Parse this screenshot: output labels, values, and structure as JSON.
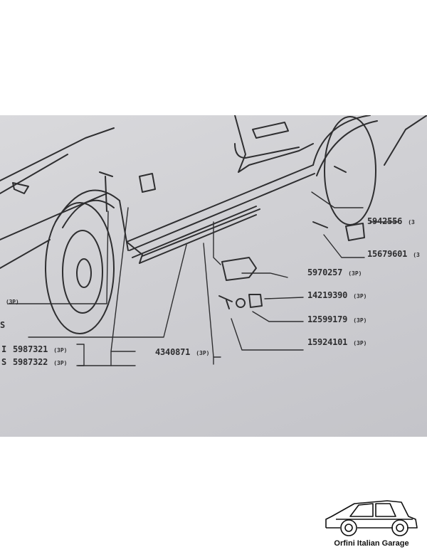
{
  "parts": [
    {
      "id": "p1",
      "number": "5942556",
      "tag": "(3"
    },
    {
      "id": "p2",
      "number": "15679601",
      "tag": "(3"
    },
    {
      "id": "p3",
      "number": "5970257",
      "tag": "(3P)"
    },
    {
      "id": "p4",
      "number": "14219390",
      "tag": "(3P)"
    },
    {
      "id": "p5",
      "number": "12599179",
      "tag": "(3P)"
    },
    {
      "id": "p6",
      "number": "15924101",
      "tag": "(3P)"
    },
    {
      "id": "p7",
      "number": "4340871",
      "tag": "(3P)"
    },
    {
      "id": "p8",
      "number": "5987321",
      "tag": "(3P)"
    },
    {
      "id": "p9",
      "number": "5987322",
      "tag": "(3P)"
    }
  ],
  "left_edge_labels": {
    "left_tag": "(3P)",
    "left_s": "S",
    "left_i": "I",
    "left_s2": "S"
  },
  "logo": {
    "text": "Orfini Italian Garage"
  },
  "colors": {
    "paper": "#cfcfd3",
    "ink": "#2e2e30"
  }
}
